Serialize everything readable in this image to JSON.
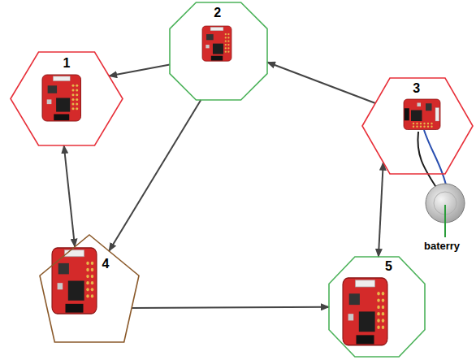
{
  "diagram": {
    "nodes": [
      {
        "text": [
          "1"
        ]
      },
      {
        "text": [
          "2"
        ]
      },
      {
        "text": [
          "3"
        ]
      },
      {
        "text": [
          "4"
        ]
      },
      {
        "text": [
          "5"
        ]
      }
    ],
    "edges": [
      {
        "from": 1,
        "to": 0,
        "arrow": "to"
      },
      {
        "from": 2,
        "to": 1,
        "arrow": "to"
      },
      {
        "from": 1,
        "to": 3,
        "arrow": "to"
      },
      {
        "from": 0,
        "to": 3,
        "arrow": "both"
      },
      {
        "from": 3,
        "to": 4,
        "arrow": "to"
      },
      {
        "from": 2,
        "to": 4,
        "arrow": "both"
      }
    ],
    "labels": [
      "baterry"
    ]
  }
}
